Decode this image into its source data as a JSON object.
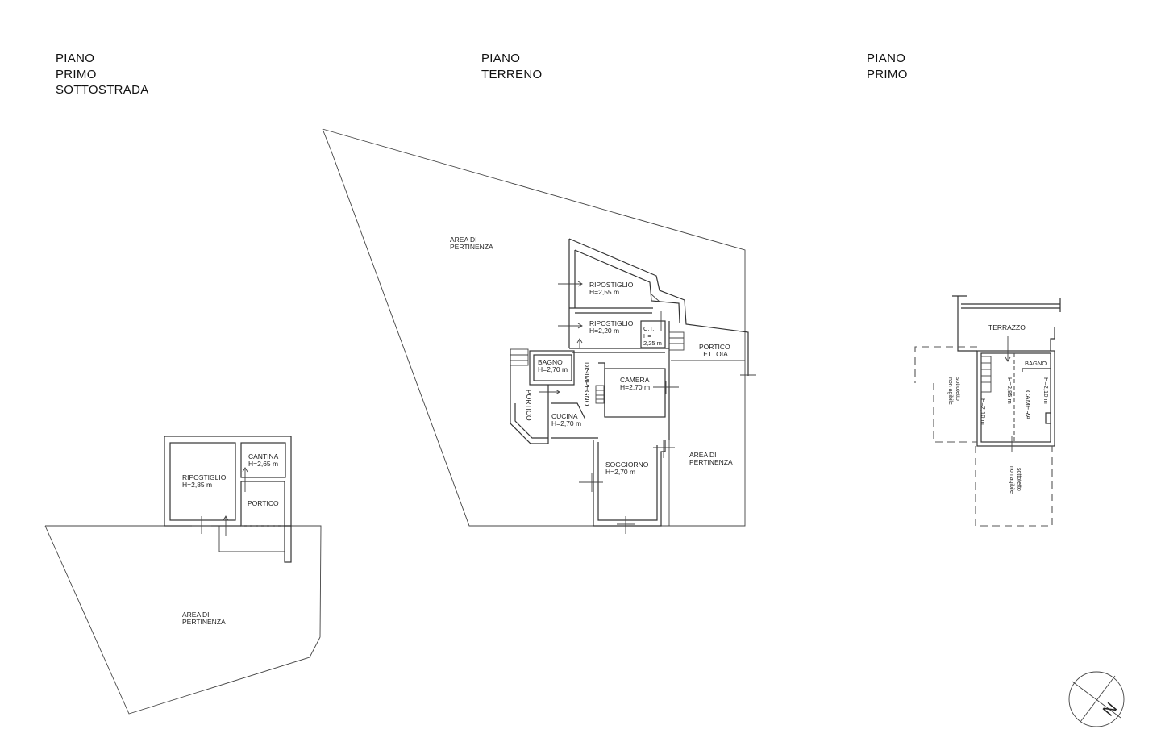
{
  "floors": [
    {
      "title_lines": [
        "PIANO",
        "PRIMO",
        "SOTTOSTRADA"
      ],
      "rooms": [
        {
          "name": "RIPOSTIGLIO",
          "height": "H=2,85 m"
        },
        {
          "name": "CANTINA",
          "height": "H=2,65 m"
        },
        {
          "name": "PORTICO",
          "height": ""
        },
        {
          "name": "AREA DI",
          "height": "PERTINENZA"
        }
      ]
    },
    {
      "title_lines": [
        "PIANO",
        "TERRENO"
      ],
      "rooms": [
        {
          "name": "AREA DI",
          "height": "PERTINENZA"
        },
        {
          "name": "RIPOSTIGLIO",
          "height": "H=2,55 m"
        },
        {
          "name": "RIPOSTIGLIO",
          "height": "H=2,20 m"
        },
        {
          "name": "C.T.",
          "height": "H=",
          "height2": "2,25 m"
        },
        {
          "name": "PORTICO",
          "height": "TETTOIA"
        },
        {
          "name": "BAGNO",
          "height": "H=2,70 m"
        },
        {
          "name": "DISIMPEGNO",
          "height": ""
        },
        {
          "name": "CAMERA",
          "height": "H=2,70 m"
        },
        {
          "name": "PORTICO",
          "height": ""
        },
        {
          "name": "CUCINA",
          "height": "H=2,70 m"
        },
        {
          "name": "SOGGIORNO",
          "height": "H=2,70 m"
        },
        {
          "name": "AREA DI",
          "height": "PERTINENZA"
        }
      ]
    },
    {
      "title_lines": [
        "PIANO",
        "PRIMO"
      ],
      "rooms": [
        {
          "name": "TERRAZZO",
          "height": ""
        },
        {
          "name": "BAGNO",
          "height": ""
        },
        {
          "name": "CAMERA",
          "height": ""
        },
        {
          "name": "H=2,85 m",
          "height": ""
        },
        {
          "name": "H=2,10 m",
          "height": ""
        },
        {
          "name": "H=2,10 m",
          "height": ""
        },
        {
          "name": "sottotetto",
          "height": "non agibile"
        },
        {
          "name": "sottotetto",
          "height": "non agibile"
        }
      ]
    }
  ],
  "north_arrow": {
    "icon": "north-arrow-icon",
    "letter": "N"
  },
  "colors": {
    "lines": "#333333",
    "background": "#ffffff"
  }
}
